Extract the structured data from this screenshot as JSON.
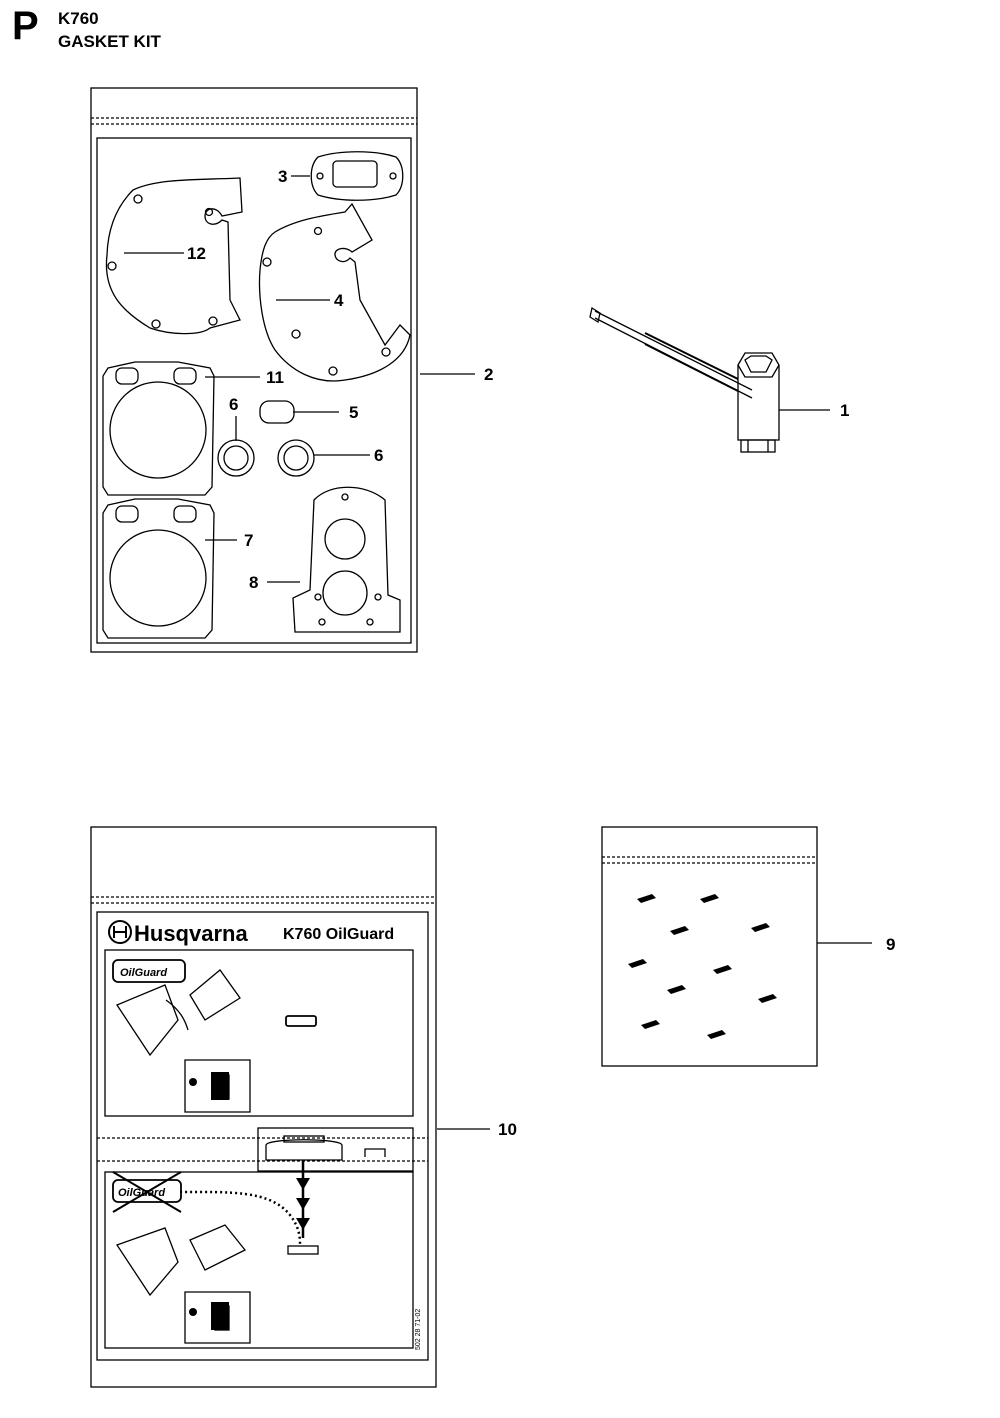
{
  "header": {
    "section_letter": "P",
    "model": "K760",
    "title": "GASKET KIT"
  },
  "callouts": {
    "c1": "1",
    "c2": "2",
    "c3": "3",
    "c4": "4",
    "c5": "5",
    "c6a": "6",
    "c6b": "6",
    "c7": "7",
    "c8": "8",
    "c9": "9",
    "c10": "10",
    "c11": "11",
    "c12": "12"
  },
  "label_card": {
    "brand": "Husqvarna",
    "product": "K760 OilGuard",
    "logo_text": "OilGuard",
    "part_code": "502 28 71-02"
  }
}
